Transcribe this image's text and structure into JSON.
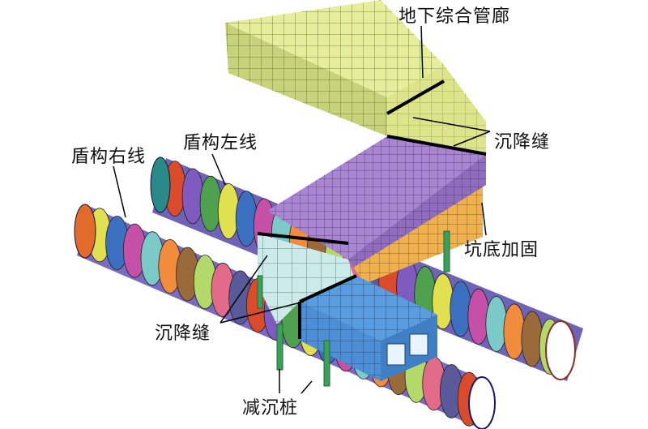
{
  "labels": {
    "utility_tunnel": "地下综合管廊",
    "settlement_joint_upper": "沉降缝",
    "shield_left_line": "盾构左线",
    "shield_right_line": "盾构右线",
    "pit_bottom_reinforcement": "坑底加固",
    "settlement_joint_lower": "沉降缝",
    "settlement_reducing_piles": "减沉桩"
  },
  "colors": {
    "tunnel_segment_top": "#e6ee9c",
    "tunnel_segment_side": "#c8d27a",
    "joint_block": "#dde48a",
    "middle_block": "#a985d2",
    "middle_block_side": "#8f6cbd",
    "reinforcement": "#f0b04c",
    "cyan_block": "#cdeaea",
    "blue_block": "#4d8fd6",
    "piles": "#3aa05a",
    "ring_colors": [
      "#d94b2b",
      "#7f5bbf",
      "#4fa04f",
      "#e0e050",
      "#3b6fc0",
      "#c64fa8",
      "#7bc9c9",
      "#f08c3c",
      "#9a6a3a",
      "#b4d96b",
      "#e26b8a",
      "#5a5a9a"
    ]
  }
}
